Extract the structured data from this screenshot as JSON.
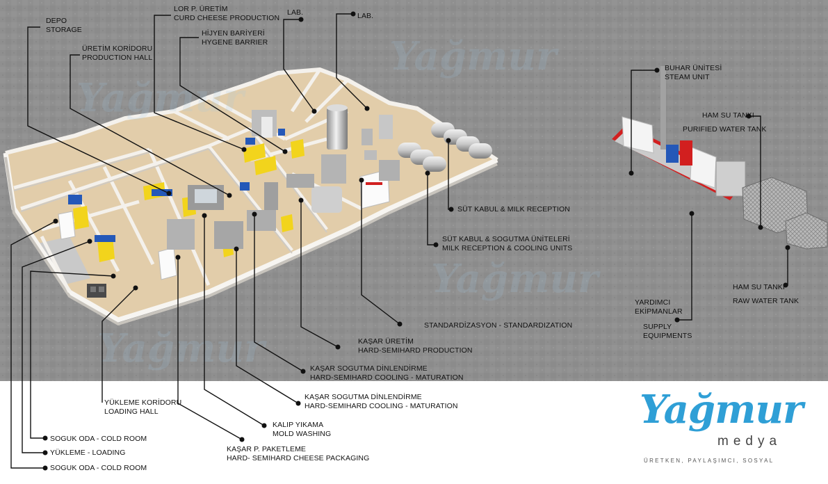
{
  "labels": {
    "depo": [
      "DEPO",
      "STORAGE"
    ],
    "uretim_koridoru": [
      "ÜRETİM KORİDORU",
      "PRODUCTION HALL"
    ],
    "lor": [
      "LOR P. ÜRETİM",
      "CURD CHEESE PRODUCTION"
    ],
    "hijyen": [
      "HİJYEN BARİYERİ",
      "HYGENE BARRIER"
    ],
    "lab1": [
      "LAB."
    ],
    "lab2": [
      "LAB."
    ],
    "buhar": [
      "BUHAR ÜNİTESİ",
      "STEAM UNIT"
    ],
    "ham_su_purified": [
      "HAM SU TANKI",
      "PURIFIED WATER TANK"
    ],
    "sut_kabul": [
      "SÜT KABUL & MILK RECEPTION"
    ],
    "sut_kabul_sogutma": [
      "SÜT KABUL & SOGUTMA ÜNİTELERİ",
      "MILK RECEPTION & COOLING UNITS"
    ],
    "ham_su_raw": [
      "HAM SU TANKI",
      "RAW WATER TANK"
    ],
    "yardimci": [
      "YARDIMCI",
      "EKİPMANLAR",
      "SUPPLY",
      "EQUIPMENTS"
    ],
    "standardizasyon": [
      "STANDARDİZASYON - STANDARDIZATION"
    ],
    "kasar_uretim": [
      "KAŞAR ÜRETİM",
      "HARD-SEMIHARD PRODUCTION"
    ],
    "kasar_sogutma_1": [
      "KAŞAR SOGUTMA DİNLENDİRME",
      "HARD-SEMIHARD COOLING - MATURATION"
    ],
    "kasar_sogutma_2": [
      "KAŞAR SOGUTMA DİNLENDİRME",
      "HARD-SEMIHARD COOLING - MATURATION"
    ],
    "yukleme_koridoru": [
      "YÜKLEME KORİDORU",
      "LOADING HALL"
    ],
    "kalip": [
      "KALIP YIKAMA",
      "MOLD WASHING"
    ],
    "soguk_oda_1": [
      "SOGUK ODA - COLD ROOM"
    ],
    "kasar_paketleme": [
      "KAŞAR P. PAKETLEME",
      "HARD- SEMIHARD CHEESE PACKAGING"
    ],
    "yukleme": [
      "YÜKLEME - LOADING"
    ],
    "soguk_oda_2": [
      "SOGUK ODA - COLD ROOM"
    ]
  },
  "brand": {
    "name": "Yağmur",
    "sub": "medya",
    "slogan": "ÜRETKEN, PAYLAŞIMCI, SOSYAL"
  },
  "colors": {
    "background_gray": "#8f8f8f",
    "floor": "#e4cfb0",
    "wall": "#f4f1ec",
    "accent_yellow": "#f2d41c",
    "accent_blue": "#2458b8",
    "accent_red": "#d21f1f",
    "brand_blue": "#2f9fd6",
    "line": "#111111"
  }
}
